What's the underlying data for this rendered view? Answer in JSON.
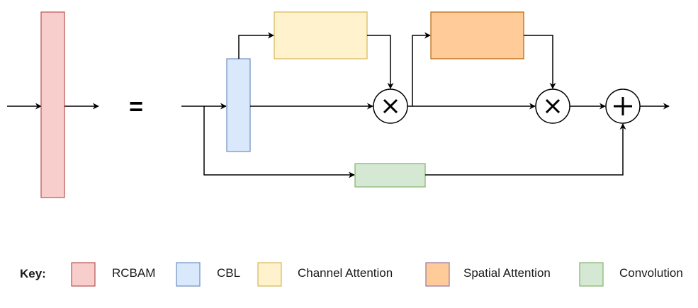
{
  "equals_sign": "=",
  "operators": {
    "multiply_symbol": "×",
    "add_symbol": "+"
  },
  "colors": {
    "rcbam": {
      "fill": "#f8cecc",
      "stroke": "#b85450"
    },
    "cbl": {
      "fill": "#dae8fc",
      "stroke": "#6c8ebf"
    },
    "channel_attention": {
      "fill": "#fff2cc",
      "stroke": "#d6b656"
    },
    "spatial_attention": {
      "fill": "#ffcc99",
      "stroke": "#b46504"
    },
    "convolution": {
      "fill": "#d5e8d4",
      "stroke": "#82b366"
    },
    "line": "#000000"
  },
  "key": {
    "title": "Key:",
    "items": [
      {
        "label": "RCBAM",
        "fill": "#f8cecc",
        "stroke": "#b85450"
      },
      {
        "label": "CBL",
        "fill": "#dae8fc",
        "stroke": "#6c8ebf"
      },
      {
        "label": "Channel Attention",
        "fill": "#fff2cc",
        "stroke": "#d6b656"
      },
      {
        "label": "Spatial Attention",
        "fill": "#ffcc99",
        "stroke": "#9673a6"
      },
      {
        "label": "Convolution",
        "fill": "#d5e8d4",
        "stroke": "#82b366"
      }
    ]
  }
}
